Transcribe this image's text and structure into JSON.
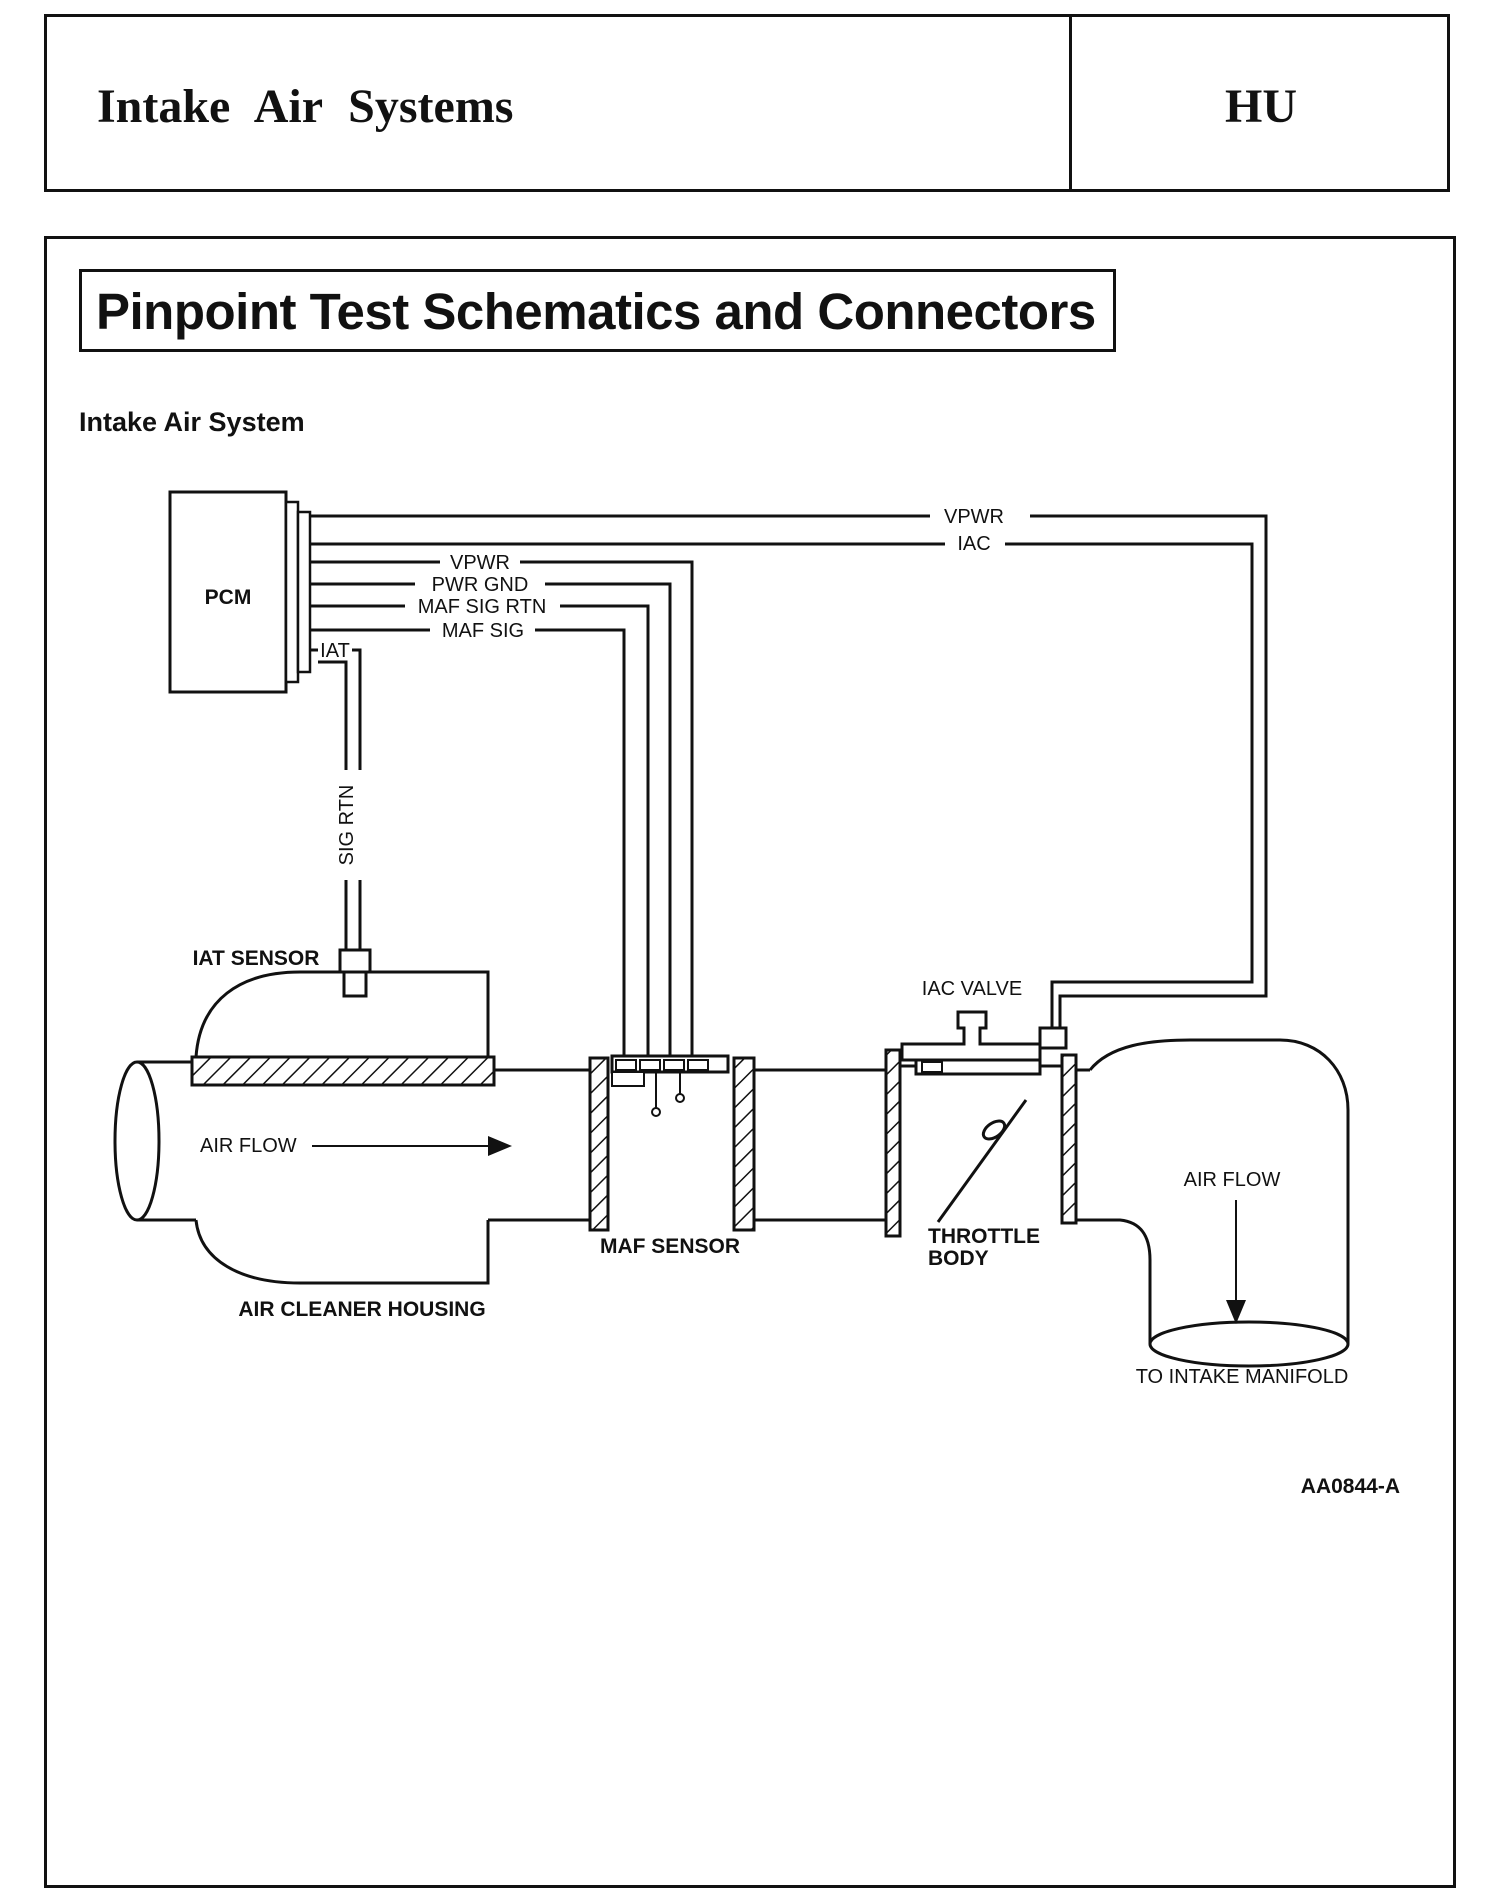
{
  "header": {
    "title": "Intake Air Systems",
    "code": "HU"
  },
  "section": {
    "title": "Pinpoint Test Schematics and Connectors",
    "subtitle": "Intake Air System"
  },
  "diagram": {
    "pcm": "PCM",
    "wires": {
      "vpwr_top": "VPWR",
      "iac": "IAC",
      "vpwr": "VPWR",
      "pwr_gnd": "PWR GND",
      "maf_sig_rtn": "MAF SIG RTN",
      "maf_sig": "MAF SIG",
      "iat": "IAT",
      "sig_rtn": "SIG RTN"
    },
    "components": {
      "iat_sensor": "IAT SENSOR",
      "iac_valve": "IAC VALVE",
      "maf_sensor": "MAF SENSOR",
      "throttle_body_1": "THROTTLE",
      "throttle_body_2": "BODY",
      "air_cleaner_housing": "AIR CLEANER HOUSING",
      "to_intake_manifold": "TO INTAKE MANIFOLD"
    },
    "flow": {
      "air_flow_in": "AIR FLOW",
      "air_flow_out": "AIR FLOW"
    },
    "figure_id": "AA0844-A"
  }
}
